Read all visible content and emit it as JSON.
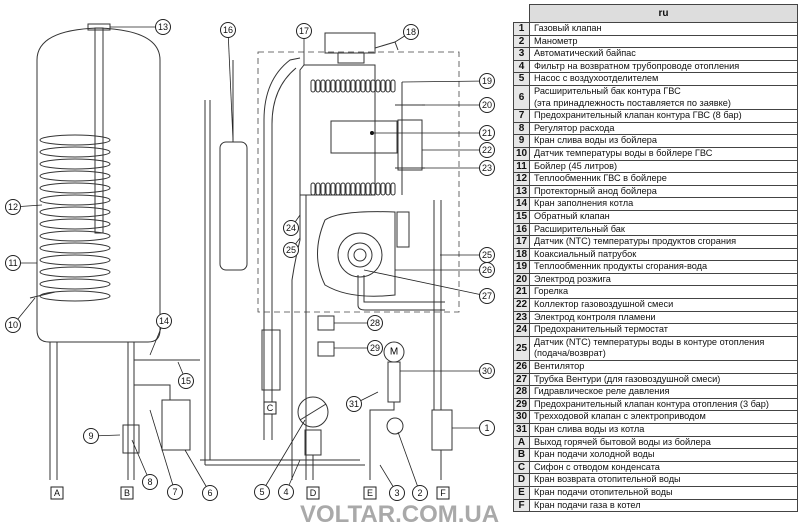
{
  "legend": {
    "header": "ru",
    "rows": [
      {
        "key": "1",
        "text": "Газовый клапан"
      },
      {
        "key": "2",
        "text": "Манометр"
      },
      {
        "key": "3",
        "text": "Автоматический байпас"
      },
      {
        "key": "4",
        "text": "Фильтр на возвратном трубопроводе отопления"
      },
      {
        "key": "5",
        "text": "Насос с воздухоотделителем"
      },
      {
        "key": "6",
        "text": "Расширительный бак контура ГВС",
        "text2": "(эта принадлежность поставляется по заявке)"
      },
      {
        "key": "7",
        "text": "Предохранительный клапан контура ГВС (8 бар)"
      },
      {
        "key": "8",
        "text": "Регулятор расхода"
      },
      {
        "key": "9",
        "text": "Кран слива воды из бойлера"
      },
      {
        "key": "10",
        "text": "Датчик температуры воды в бойлере ГВС"
      },
      {
        "key": "11",
        "text": "Бойлер (45 литров)"
      },
      {
        "key": "12",
        "text": "Теплообменник ГВС в бойлере"
      },
      {
        "key": "13",
        "text": "Протекторный анод бойлера"
      },
      {
        "key": "14",
        "text": "Кран заполнения котла"
      },
      {
        "key": "15",
        "text": "Обратный клапан"
      },
      {
        "key": "16",
        "text": "Расширительный бак"
      },
      {
        "key": "17",
        "text": "Датчик (NTC) температуры продуктов сгорания"
      },
      {
        "key": "18",
        "text": "Коаксиальный патрубок"
      },
      {
        "key": "19",
        "text": "Теплообменник продукты сгорания-вода"
      },
      {
        "key": "20",
        "text": "Электрод розжига"
      },
      {
        "key": "21",
        "text": "Горелка"
      },
      {
        "key": "22",
        "text": "Коллектор газовоздушной смеси"
      },
      {
        "key": "23",
        "text": "Электрод контроля пламени"
      },
      {
        "key": "24",
        "text": "Предохранительный термостат"
      },
      {
        "key": "25",
        "text": "Датчик (NTC) температуры воды в контуре отопления",
        "text2": "(подача/возврат)"
      },
      {
        "key": "26",
        "text": "Вентилятор"
      },
      {
        "key": "27",
        "text": "Трубка Вентури (для газовоздушной смеси)"
      },
      {
        "key": "28",
        "text": "Гидравлическое реле давления"
      },
      {
        "key": "29",
        "text": "Предохранительный клапан контура отопления (3 бар)"
      },
      {
        "key": "30",
        "text": "Трехходовой клапан с электроприводом"
      },
      {
        "key": "31",
        "text": "Кран слива воды из котла"
      },
      {
        "key": "A",
        "text": "Выход горячей бытовой воды из бойлера"
      },
      {
        "key": "B",
        "text": "Кран подачи холодной воды"
      },
      {
        "key": "C",
        "text": "Сифон с отводом конденсата"
      },
      {
        "key": "D",
        "text": "Кран возврата отопительной воды"
      },
      {
        "key": "E",
        "text": "Кран подачи отопительной воды"
      },
      {
        "key": "F",
        "text": "Кран подачи газа в котел"
      }
    ]
  },
  "diagram": {
    "motor_label": "M",
    "callouts": [
      "1",
      "2",
      "3",
      "4",
      "5",
      "6",
      "7",
      "8",
      "9",
      "10",
      "11",
      "12",
      "13",
      "14",
      "15",
      "16",
      "17",
      "18",
      "19",
      "20",
      "21",
      "22",
      "23",
      "24",
      "25",
      "25",
      "26",
      "27",
      "28",
      "29",
      "30",
      "31"
    ],
    "connections": [
      "A",
      "B",
      "C",
      "D",
      "E",
      "F"
    ]
  },
  "watermark": "VOLTAR.COM.UA"
}
